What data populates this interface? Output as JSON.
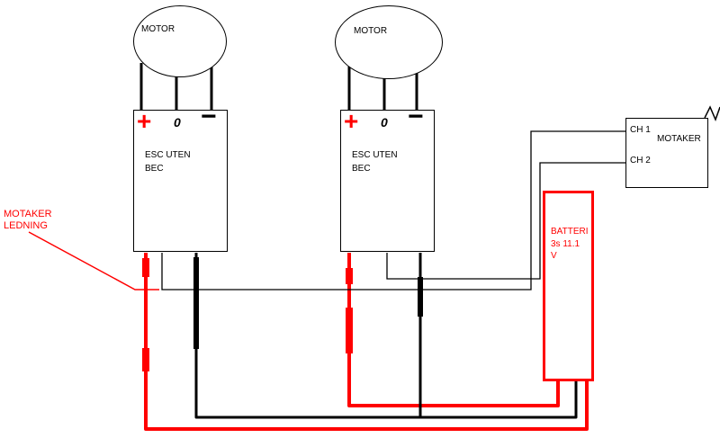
{
  "motors": [
    {
      "label": "MOTOR"
    },
    {
      "label": "MOTOR"
    }
  ],
  "escs": [
    {
      "plus": "+",
      "zero": "0",
      "minus": "−",
      "name_line1": "ESC UTEN",
      "name_line2": "BEC"
    },
    {
      "plus": "+",
      "zero": "0",
      "minus": "−",
      "name_line1": "ESC UTEN",
      "name_line2": "BEC"
    }
  ],
  "receiver": {
    "ch1_label": "CH 1",
    "ch2_label": "CH 2",
    "name": "MOTAKER"
  },
  "battery": {
    "line1": "BATTERI",
    "line2": "3s 11.1",
    "line3": "V",
    "border_color": "#ff0000",
    "text_color": "#ff0000"
  },
  "annotation": {
    "line1": "MOTAKER",
    "line2": "LEDNING",
    "color": "#ff0000"
  },
  "wire_colors": {
    "positive": "#ff0000",
    "negative": "#000000",
    "signal": "#000000",
    "motor_lead": "#000000"
  }
}
